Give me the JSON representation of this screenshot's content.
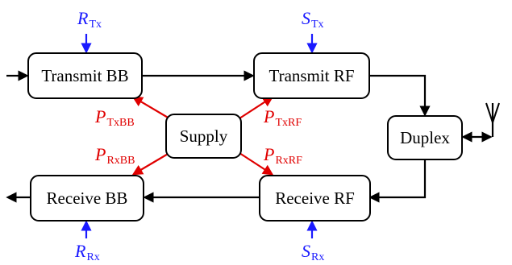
{
  "blocks": {
    "transmit_bb": "Transmit BB",
    "transmit_rf": "Transmit RF",
    "supply": "Supply",
    "duplex": "Duplex",
    "receive_bb": "Receive BB",
    "receive_rf": "Receive RF"
  },
  "control_labels": {
    "r_tx": {
      "main": "R",
      "sub": "Tx"
    },
    "s_tx": {
      "main": "S",
      "sub": "Tx"
    },
    "r_rx": {
      "main": "R",
      "sub": "Rx"
    },
    "s_rx": {
      "main": "S",
      "sub": "Rx"
    }
  },
  "power_labels": {
    "p_txbb": {
      "main": "P",
      "sub": "TxBB"
    },
    "p_txrf": {
      "main": "P",
      "sub": "TxRF"
    },
    "p_rxbb": {
      "main": "P",
      "sub": "RxBB"
    },
    "p_rxrf": {
      "main": "P",
      "sub": "RxRF"
    }
  },
  "colors": {
    "control": "#1a1aff",
    "power": "#e00000",
    "block_border": "#000000"
  },
  "icons": {
    "antenna": "antenna-icon"
  }
}
